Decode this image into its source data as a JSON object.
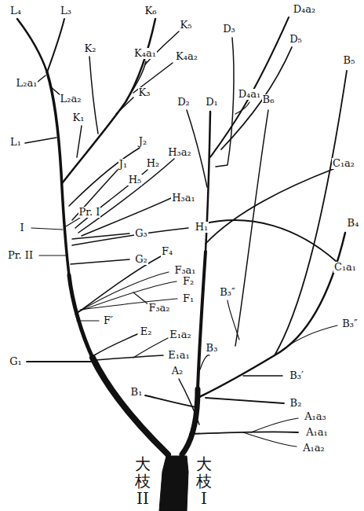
{
  "diagram": {
    "labels": [
      "L₄",
      "L₃",
      "K₆",
      "K₅",
      "D₃",
      "D₄a₂",
      "K₂",
      "K₄a₁",
      "K₄a₂",
      "D₅",
      "L₂a₁",
      "L₂a₂",
      "K₃",
      "D₂",
      "D₁",
      "D₄a₁",
      "B₆",
      "B₅",
      "K₁",
      "J₂",
      "L₁",
      "H₃a₂",
      "J₁",
      "H₂",
      "H₅",
      "H₃a₁",
      "C₁a₂",
      "Pr. I",
      "I",
      "G₃",
      "H₁",
      "B₄",
      "Pr. II",
      "G₂",
      "F₄",
      "C₁a₁",
      "F₃a₁",
      "F₂",
      "B₃″",
      "F₁",
      "F₃a₂",
      "F′",
      "B₃″",
      "E₂",
      "E₁a₂",
      "E₁a₁",
      "G₁",
      "B₃",
      "A₂",
      "B₃′",
      "B₁",
      "B₂",
      "A₁a₃",
      "A₁a₁",
      "A₁a₂",
      "大枝II",
      "大枝I"
    ]
  }
}
